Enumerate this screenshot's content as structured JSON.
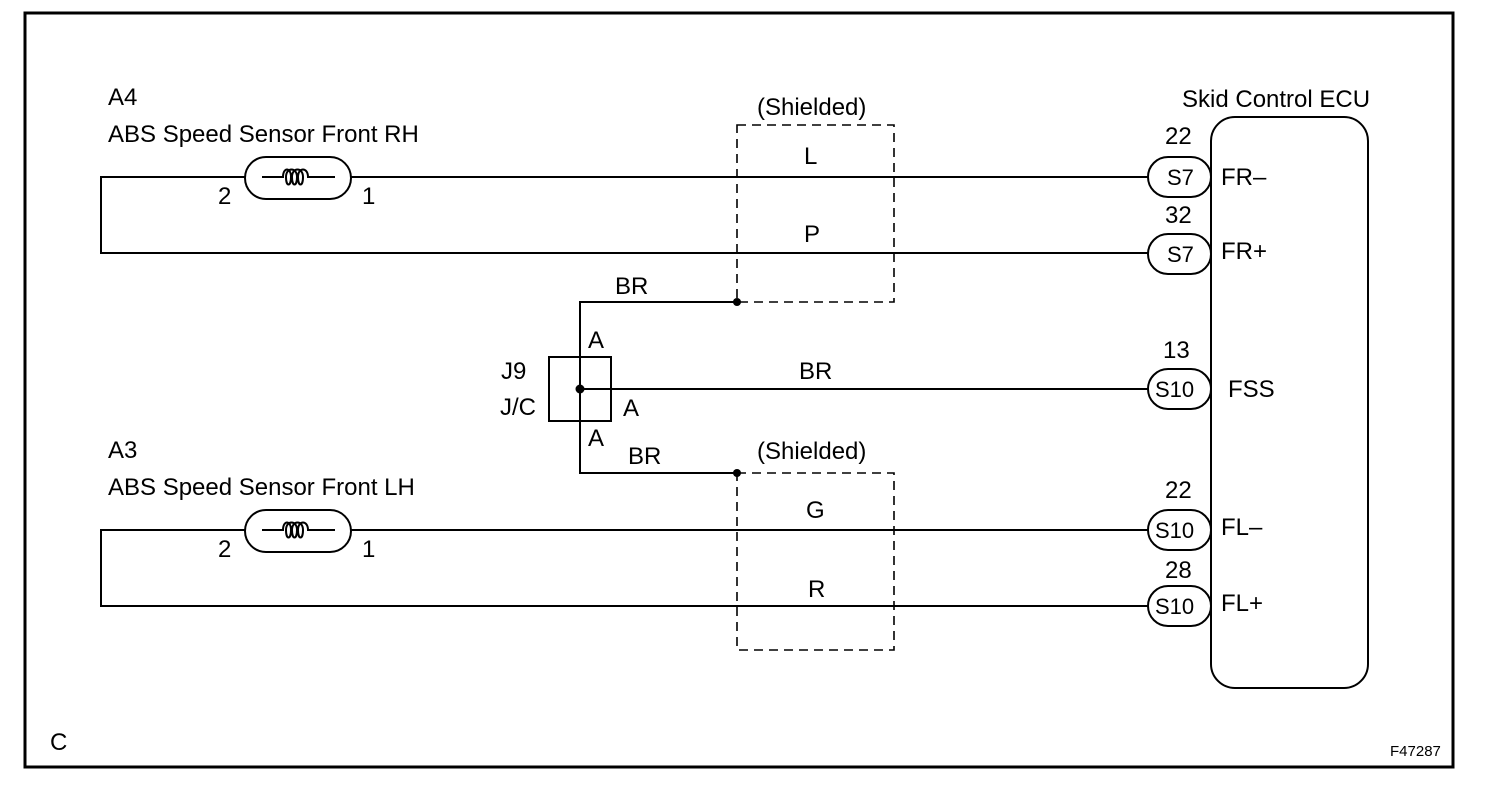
{
  "sensor_rh": {
    "ref": "A4",
    "name": "ABS Speed Sensor Front RH",
    "pin_left": "2",
    "pin_right": "1"
  },
  "sensor_lh": {
    "ref": "A3",
    "name": "ABS Speed Sensor Front LH",
    "pin_left": "2",
    "pin_right": "1"
  },
  "shield_label": "(Shielded)",
  "ecu": {
    "title": "Skid Control ECU",
    "pins": [
      {
        "num": "22",
        "conn": "S7",
        "signal": "FR–"
      },
      {
        "num": "32",
        "conn": "S7",
        "signal": "FR+"
      },
      {
        "num": "13",
        "conn": "S10",
        "signal": "FSS"
      },
      {
        "num": "22",
        "conn": "S10",
        "signal": "FL–"
      },
      {
        "num": "28",
        "conn": "S10",
        "signal": "FL+"
      }
    ]
  },
  "wires": {
    "fr_minus": "L",
    "fr_plus": "P",
    "shield_top": "BR",
    "fss": "BR",
    "shield_bottom": "BR",
    "fl_minus": "G",
    "fl_plus": "R"
  },
  "junction": {
    "ref": "J9",
    "type": "J/C",
    "pin_top": "A",
    "pin_right": "A",
    "pin_bottom": "A"
  },
  "corner_letter": "C",
  "figure_id": "F47287"
}
